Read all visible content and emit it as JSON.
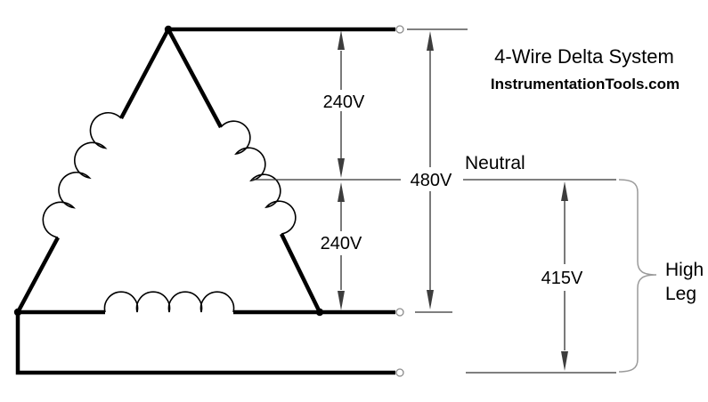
{
  "diagram": {
    "title": "4-Wire Delta System",
    "watermark": "InstrumentationTools.com",
    "labels": {
      "neutral": "Neutral",
      "high_leg_lines": [
        "High",
        "Leg"
      ]
    },
    "dimensions": {
      "top_phase_to_neutral": "240V",
      "neutral_to_bottom_phase": "240V",
      "phase_to_phase": "480V",
      "high_leg_to_neutral": "415V"
    },
    "colors": {
      "wire": "#000000",
      "dimension_line": "#333333",
      "arrowhead": "#3d3d3d",
      "terminal": "#8c8c8c",
      "brace": "#9a9a9a",
      "watermark": "#8f8f8f",
      "text": "#000000"
    }
  }
}
